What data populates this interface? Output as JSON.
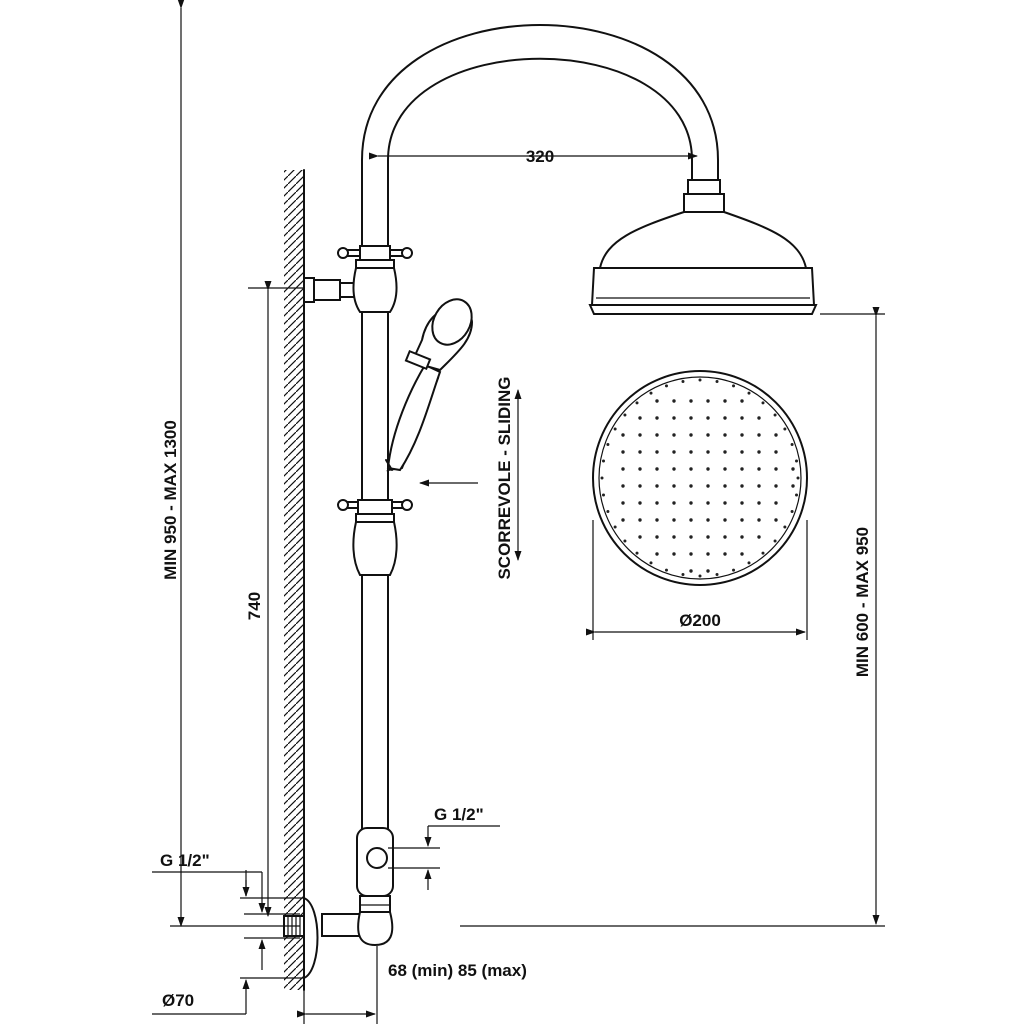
{
  "labels": {
    "arm_reach": "320",
    "total_height": "MIN 950 - MAX 1300",
    "bar_height": "740",
    "sliding": "SCORREVOLE - SLIDING",
    "head_diameter": "Ø200",
    "head_height": "MIN 600 - MAX 950",
    "inlet_right": "G 1/2\"",
    "inlet_left": "G 1/2\"",
    "wall_distance": "68 (min) 85 (max)",
    "flange_diameter": "Ø70"
  },
  "colors": {
    "line": "#111111",
    "background": "#ffffff"
  }
}
